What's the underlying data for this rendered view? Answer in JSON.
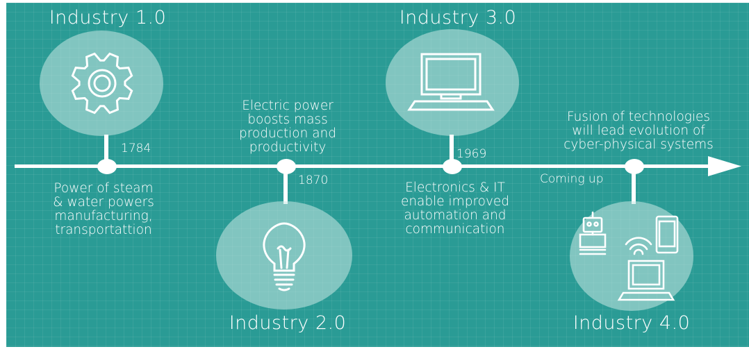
{
  "timeline": {
    "stages": [
      {
        "title": "Industry 1.0",
        "year": "1784",
        "description": "Power of steam\n& water powers\nmanufacturing,\ntransportattion",
        "icon": "gear-icon"
      },
      {
        "title": "Industry 2.0",
        "year": "1870",
        "description": "Electric power\nboosts mass\nproduction and\nproductivity",
        "icon": "lightbulb-icon"
      },
      {
        "title": "Industry 3.0",
        "year": "1969",
        "description": "Electronics & IT\nenable improved\nautomation and\ncommunication",
        "icon": "computer-icon"
      },
      {
        "title": "Industry 4.0",
        "year": "Coming up",
        "description": "Fusion of technologies\nwill lead evolution of\ncyber-physical systems",
        "icon": "connected-devices-icon"
      }
    ]
  },
  "colors": {
    "background": "#2a9b95",
    "disc": "#c9e8e4",
    "foreground": "#ffffff"
  }
}
